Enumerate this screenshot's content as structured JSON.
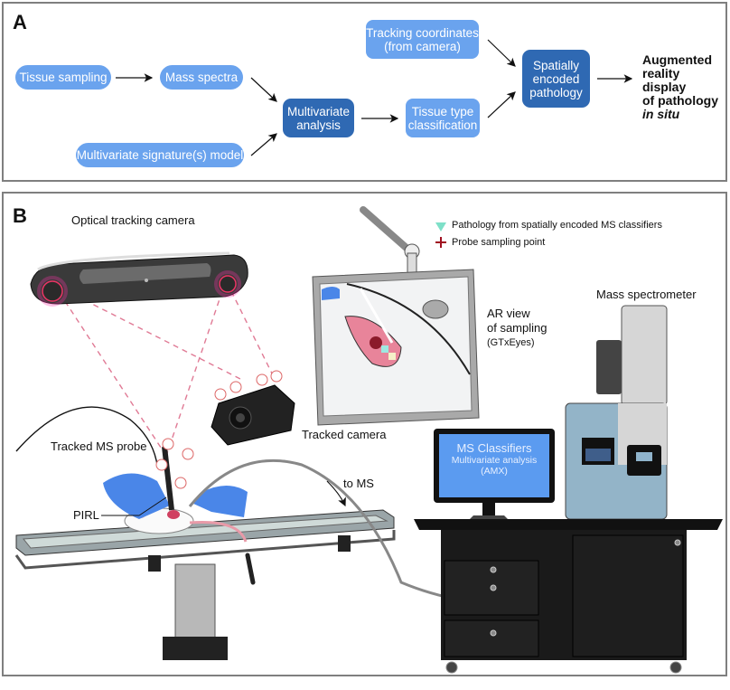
{
  "panelA": {
    "label": "A",
    "nodes": {
      "tissue_sampling": "Tissue sampling",
      "mass_spectra": "Mass spectra",
      "multivariate_signature_model": "Multivariate signature(s) model",
      "multivariate_analysis_line1": "Multivariate",
      "multivariate_analysis_line2": "analysis",
      "tracking_coordinates_line1": "Tracking coordinates",
      "tracking_coordinates_line2": "(from camera)",
      "tissue_type_line1": "Tissue type",
      "tissue_type_line2": "classification",
      "spatially_encoded_line1": "Spatially",
      "spatially_encoded_line2": "encoded",
      "spatially_encoded_line3": "pathology"
    },
    "output": {
      "line1": "Augmented",
      "line2": "reality display",
      "line3": "of pathology",
      "line4": "in situ"
    },
    "colors": {
      "light_node": "#6aa3ee",
      "dark_node": "#2f69b3"
    }
  },
  "panelB": {
    "label": "B",
    "labels": {
      "optical_tracking_camera": "Optical tracking camera",
      "ar_view_line1": "AR view",
      "ar_view_line2": "of sampling",
      "ar_view_line3": "(GTxEyes)",
      "mass_spectrometer": "Mass spectrometer",
      "tracked_camera": "Tracked camera",
      "tracked_ms_probe": "Tracked MS probe",
      "pirl": "PIRL",
      "to_ms": "to MS"
    },
    "legend": {
      "pathology": "Pathology from spatially encoded MS classifiers",
      "probe_point": "Probe sampling point"
    },
    "computer_screen": {
      "line1": "MS Classifiers",
      "line2": "Multivariate analysis",
      "line3": "(AMX)"
    },
    "colors": {
      "tracking_ray": "#e07a95",
      "glove": "#4a86e8",
      "screen": "#5b9bf0"
    }
  }
}
